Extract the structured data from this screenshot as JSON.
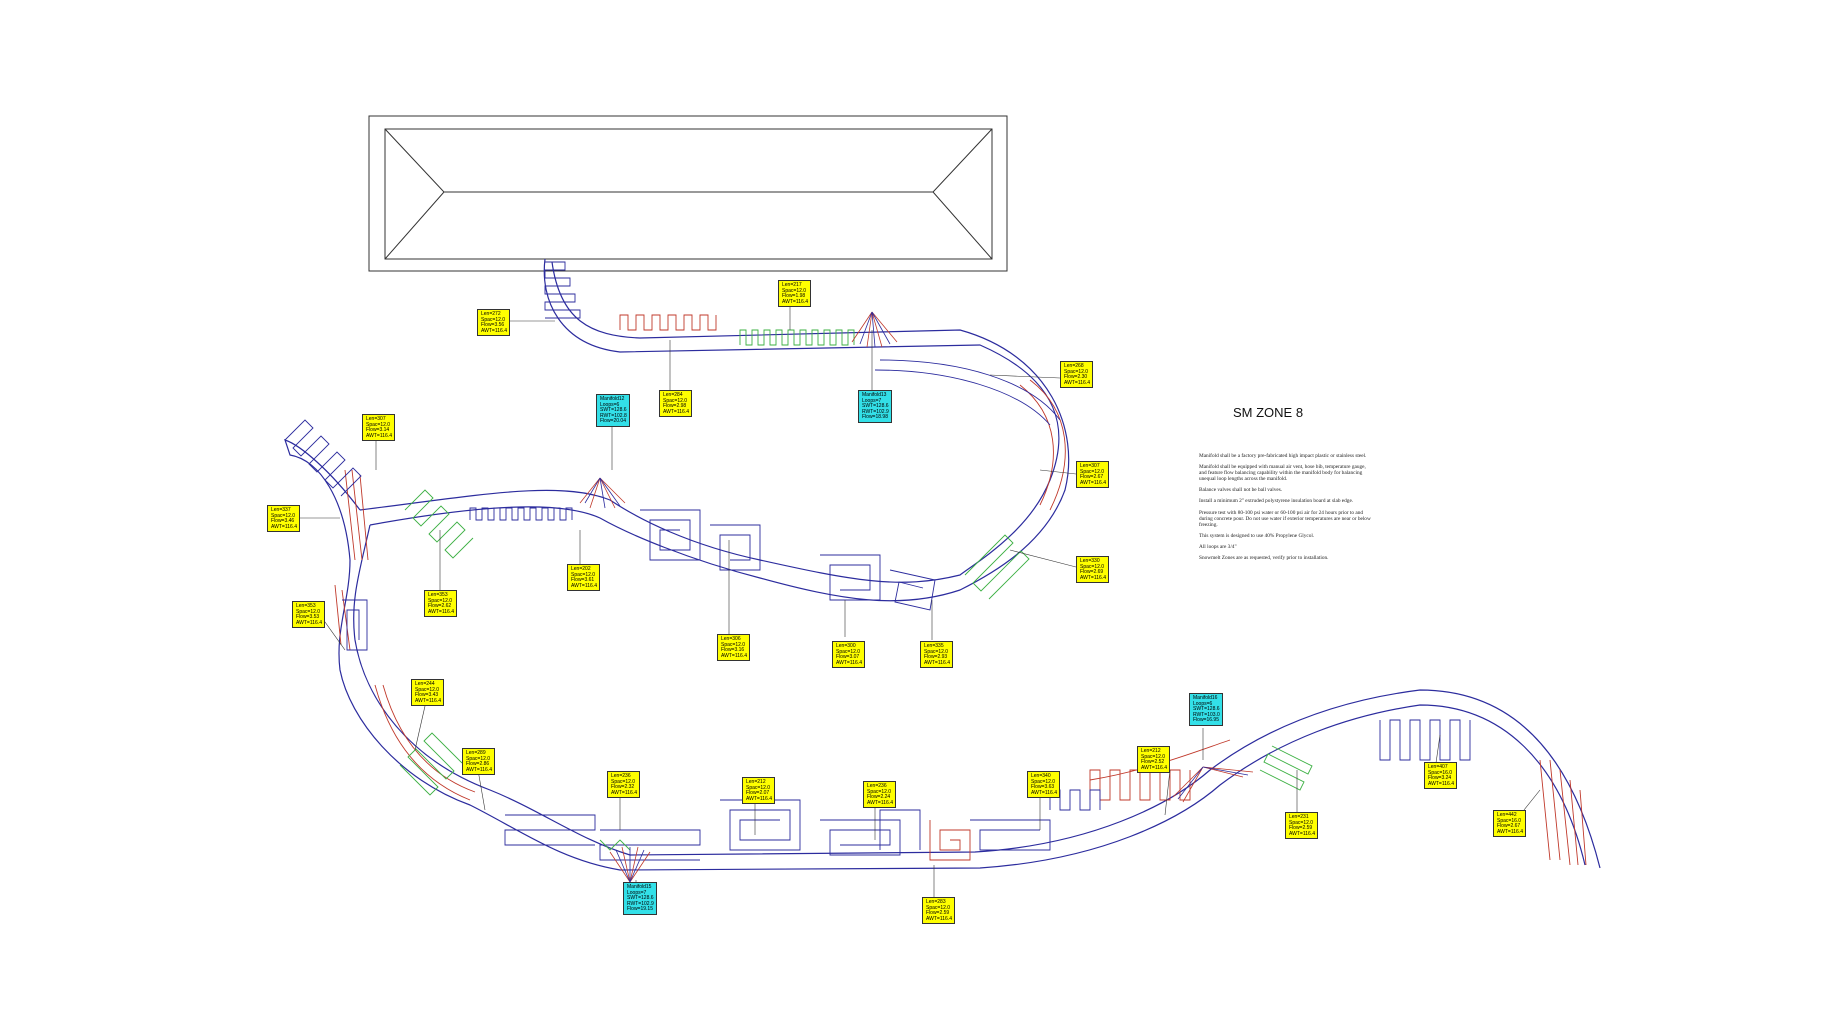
{
  "zone_title": "SM ZONE 8",
  "notes": [
    "Manifold shall be a factory pre-fabricated high impact plastic or stainless steel.",
    "Manifold shall be equipped with manual air vent, hose bib, temperature gauge, and feature flow balancing capability within the manifold body for balancing unequal loop lengths across the manifold.",
    "Balance valves shall not be ball valves.",
    "Install a minimum 2\" extruded polystyrene insulation board at slab edge.",
    "Pressure test with 80-100 psi water or 60-100 psi air for 24 hours prior to and during concrete pour. Do not use water if exterior temperatures are near or below freezing.",
    "This system is designed to use 40% Propylene Glycol.",
    "All loops are 3/4\"",
    "Snowmelt Zones are as requested, verify prior to installation."
  ],
  "colors": {
    "supply": "#c0392b",
    "return": "#2c2c9e",
    "loop_green": "#3cb043",
    "loop_tag": "#ffff00",
    "manifold_tag": "#33e0e8",
    "linework": "#333333"
  },
  "manifold_tags": [
    {
      "lines": [
        "Manifold12",
        "Loops=6",
        "SWT=128.6",
        "RWT=102.8",
        "Flow=20.04"
      ]
    },
    {
      "lines": [
        "Manifold13",
        "Loops=7",
        "SWT=128.6",
        "RWT=102.9",
        "Flow=18.98"
      ]
    },
    {
      "lines": [
        "Manifold15",
        "Loops=7",
        "SWT=128.6",
        "RWT=102.9",
        "Flow=19.15"
      ]
    },
    {
      "lines": [
        "Manifold16",
        "Loops=6",
        "SWT=128.6",
        "RWT=103.0",
        "Flow=16.95"
      ]
    }
  ],
  "loop_tags": [
    {
      "lines": [
        "Len=217",
        "Spac=12.0",
        "Flow=1.98",
        "AWT=116.4"
      ]
    },
    {
      "lines": [
        "Len=272",
        "Spac=12.0",
        "Flow=3.56",
        "AWT=116.4"
      ]
    },
    {
      "lines": [
        "Len=284",
        "Spac=12.0",
        "Flow=2.98",
        "AWT=116.4"
      ]
    },
    {
      "lines": [
        "Len=268",
        "Spac=12.0",
        "Flow=2.30",
        "AWT=116.4"
      ]
    },
    {
      "lines": [
        "Len=307",
        "Spac=12.0",
        "Flow=3.14",
        "AWT=116.4"
      ]
    },
    {
      "lines": [
        "Len=307",
        "Spac=12.0",
        "Flow=2.67",
        "AWT=116.4"
      ]
    },
    {
      "lines": [
        "Len=337",
        "Spac=12.0",
        "Flow=3.46",
        "AWT=116.4"
      ]
    },
    {
      "lines": [
        "Len=202",
        "Spac=12.0",
        "Flow=3.61",
        "AWT=116.4"
      ]
    },
    {
      "lines": [
        "Len=330",
        "Spac=12.0",
        "Flow=2.69",
        "AWT=116.4"
      ]
    },
    {
      "lines": [
        "Len=353",
        "Spac=12.0",
        "Flow=2.62",
        "AWT=116.4"
      ]
    },
    {
      "lines": [
        "Len=353",
        "Spac=12.0",
        "Flow=3.53",
        "AWT=116.4"
      ]
    },
    {
      "lines": [
        "Len=306",
        "Spac=12.0",
        "Flow=3.16",
        "AWT=116.4"
      ]
    },
    {
      "lines": [
        "Len=300",
        "Spac=12.0",
        "Flow=3.07",
        "AWT=116.4"
      ]
    },
    {
      "lines": [
        "Len=335",
        "Spac=12.0",
        "Flow=2.93",
        "AWT=116.4"
      ]
    },
    {
      "lines": [
        "Len=244",
        "Spac=12.0",
        "Flow=3.43",
        "AWT=116.4"
      ]
    },
    {
      "lines": [
        "Len=289",
        "Spac=12.0",
        "Flow=2.86",
        "AWT=116.4"
      ]
    },
    {
      "lines": [
        "Len=236",
        "Spac=12.0",
        "Flow=2.32",
        "AWT=116.4"
      ]
    },
    {
      "lines": [
        "Len=212",
        "Spac=12.0",
        "Flow=2.07",
        "AWT=116.4"
      ]
    },
    {
      "lines": [
        "Len=236",
        "Spac=12.0",
        "Flow=2.24",
        "AWT=116.4"
      ]
    },
    {
      "lines": [
        "Len=340",
        "Spac=12.0",
        "Flow=3.63",
        "AWT=116.4"
      ]
    },
    {
      "lines": [
        "Len=212",
        "Spac=12.0",
        "Flow=2.52",
        "AWT=116.4"
      ]
    },
    {
      "lines": [
        "Len=407",
        "Spac=16.0",
        "Flow=3.24",
        "AWT=116.4"
      ]
    },
    {
      "lines": [
        "Len=231",
        "Spac=12.0",
        "Flow=2.59",
        "AWT=116.4"
      ]
    },
    {
      "lines": [
        "Len=442",
        "Spac=16.0",
        "Flow=2.67",
        "AWT=116.4"
      ]
    },
    {
      "lines": [
        "Len=283",
        "Spac=12.0",
        "Flow=2.59",
        "AWT=116.4"
      ]
    }
  ]
}
